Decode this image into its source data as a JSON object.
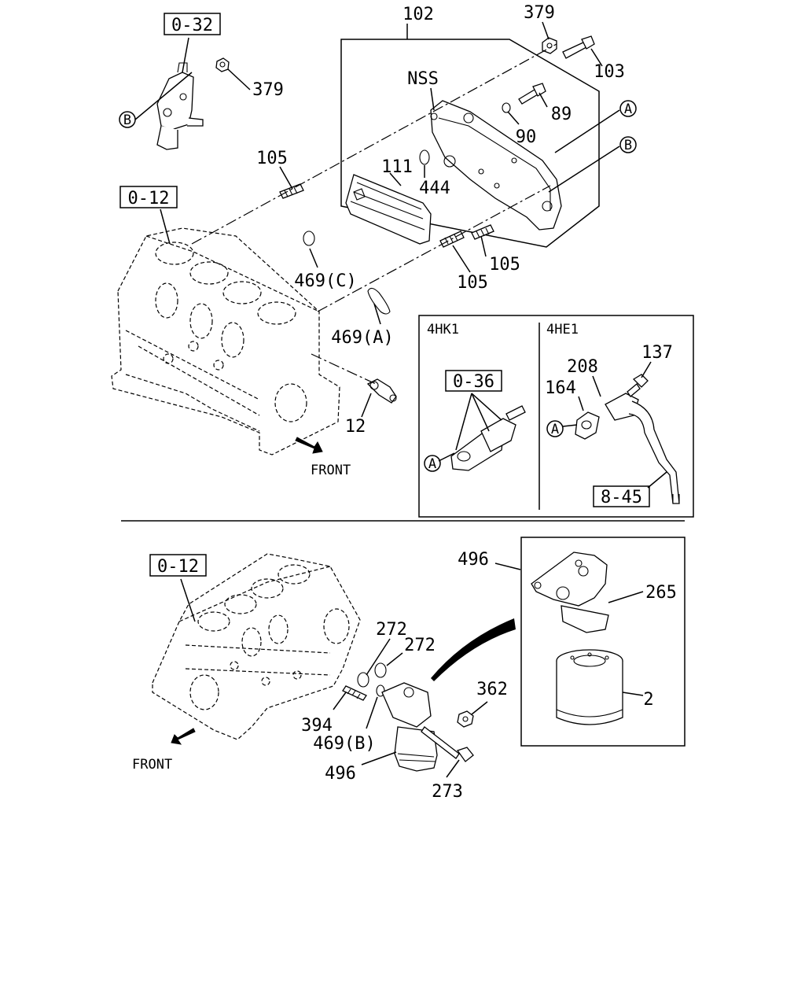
{
  "callouts": {
    "p102": "102",
    "p379_top": "379",
    "p103": "103",
    "nss": "NSS",
    "p89": "89",
    "p90": "90",
    "p379_left": "379",
    "p105_top": "105",
    "p111": "111",
    "p444": "444",
    "p105_mid": "105",
    "p105_low": "105",
    "p469c": "469(C)",
    "p469a": "469(A)",
    "p12": "12",
    "p137": "137",
    "p208": "208",
    "p164": "164",
    "p496_top": "496",
    "p265": "265",
    "p2": "2",
    "p272a": "272",
    "p272b": "272",
    "p362": "362",
    "p394": "394",
    "p469b": "469(B)",
    "p496_bot": "496",
    "p273": "273"
  },
  "refs": {
    "r032": "0-32",
    "r012_top": "0-12",
    "r036": "0-36",
    "r845": "8-45",
    "r012_bot": "0-12"
  },
  "markers": {
    "a1": "A",
    "b1": "B",
    "b2": "B",
    "a2": "A",
    "a3": "A"
  },
  "engine_labels": {
    "hk1": "4HK1",
    "he1": "4HE1"
  },
  "front_labels": {
    "top": "FRONT",
    "bottom": "FRONT"
  }
}
